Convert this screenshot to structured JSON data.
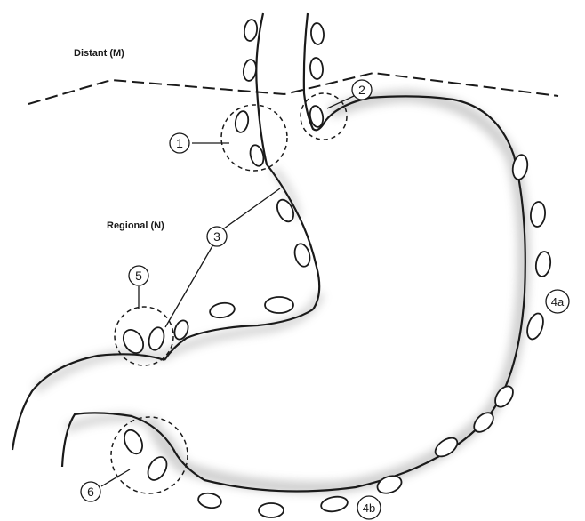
{
  "labels": {
    "distant": "Distant (M)",
    "regional": "Regional (N)"
  },
  "stations": {
    "s1": "1",
    "s2": "2",
    "s3": "3",
    "s4a": "4a",
    "s4b": "4b",
    "s5": "5",
    "s6": "6"
  }
}
